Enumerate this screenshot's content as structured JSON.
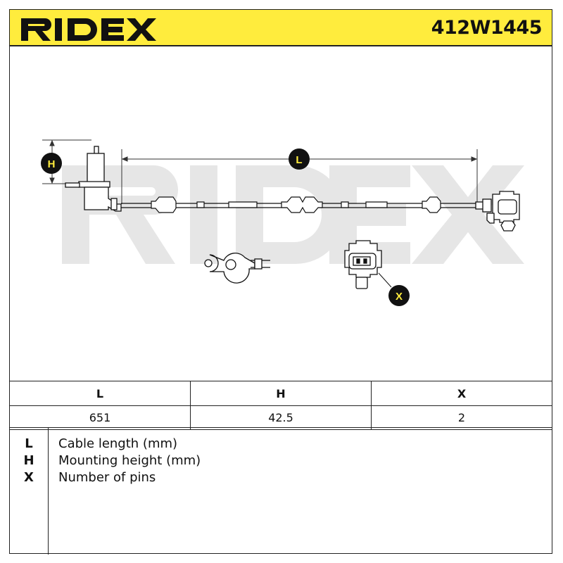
{
  "header": {
    "brand": "RIDEX",
    "part_number": "412W1445",
    "accent_color": "#ffec3d"
  },
  "diagram": {
    "watermark": "RIDEX",
    "callouts": {
      "length": "L",
      "height": "H",
      "pins": "X"
    }
  },
  "spec_table": {
    "headers": [
      "L",
      "H",
      "X"
    ],
    "values": [
      "651",
      "42.5",
      "2"
    ]
  },
  "legend": [
    {
      "key": "L",
      "text": "Cable length (mm)"
    },
    {
      "key": "H",
      "text": "Mounting height (mm)"
    },
    {
      "key": "X",
      "text": "Number of pins"
    }
  ]
}
